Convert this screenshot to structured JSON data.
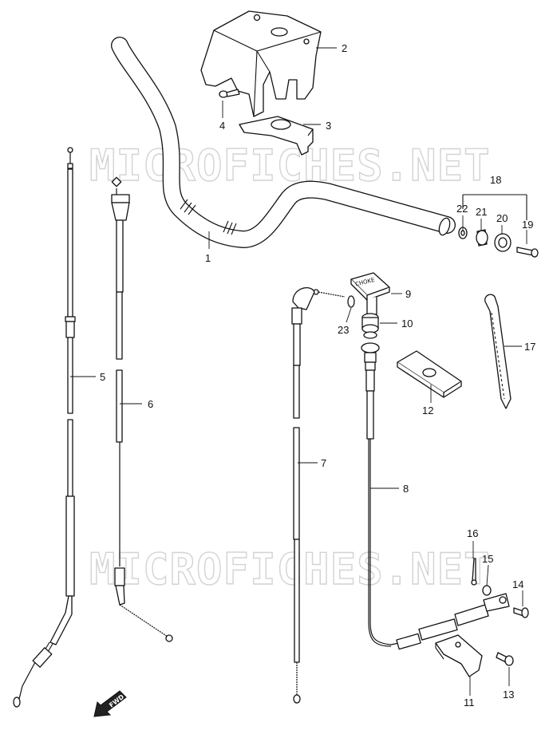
{
  "watermark": "MICROFICHES.NET",
  "fwd_label": "FWD",
  "callouts": {
    "c1": "1",
    "c2": "2",
    "c3": "3",
    "c4": "4",
    "c5": "5",
    "c6": "6",
    "c7": "7",
    "c8": "8",
    "c9": "9",
    "c10": "10",
    "c11": "11",
    "c12": "12",
    "c13": "13",
    "c14": "14",
    "c15": "15",
    "c16": "16",
    "c17": "17",
    "c18": "18",
    "c19": "19",
    "c20": "20",
    "c21": "21",
    "c22": "22",
    "c23": "23"
  }
}
